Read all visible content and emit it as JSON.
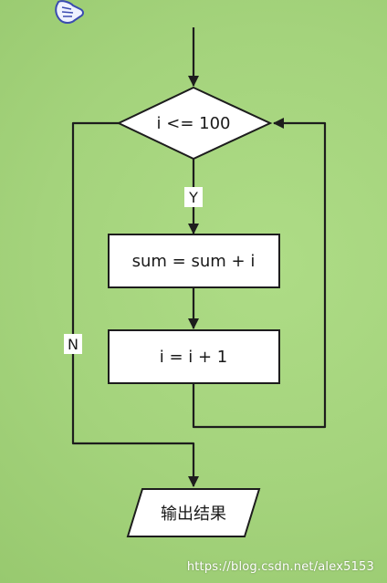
{
  "diagram": {
    "condition": "i <= 100",
    "yes_label": "Y",
    "no_label": "N",
    "step_sum": "sum = sum + i",
    "step_inc": "i = i + 1",
    "output": "输出结果"
  },
  "watermark": "https://blog.csdn.net/alex5153",
  "colors": {
    "background": "#a3d37a",
    "shape_fill": "#ffffff",
    "stroke": "#1d1d1d"
  }
}
